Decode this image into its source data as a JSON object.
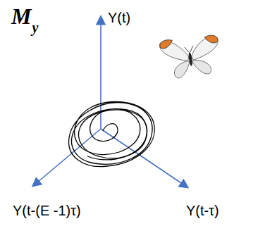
{
  "diagram": {
    "labels": [
      "M",
      "y",
      "Y(t)",
      "Y(t-(E -1)τ)",
      "Y(t-τ)"
    ]
  }
}
